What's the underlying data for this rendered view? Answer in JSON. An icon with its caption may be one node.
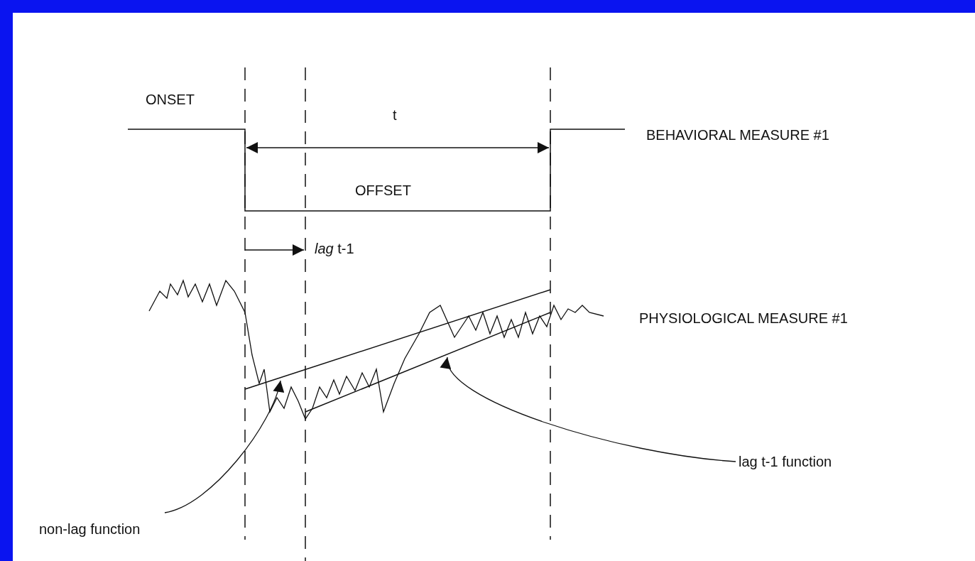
{
  "diagram": {
    "nodes": [
      {
        "text": [],
        "shape": "line"
      },
      {
        "text": [],
        "shape": "line"
      },
      {
        "text": [
          "lag t-1 function"
        ]
      },
      {
        "text": [
          "non-lag function"
        ]
      }
    ],
    "edges": [
      {
        "from": 2,
        "to": 1,
        "arrow": "to"
      },
      {
        "from": 3,
        "to": 0,
        "arrow": "to"
      }
    ],
    "labels": [
      "ONSET",
      "t",
      "BEHAVIORAL MEASURE #1",
      "OFFSET",
      "*lag* t-1",
      "PHYSIOLOGICAL MEASURE #1"
    ]
  }
}
